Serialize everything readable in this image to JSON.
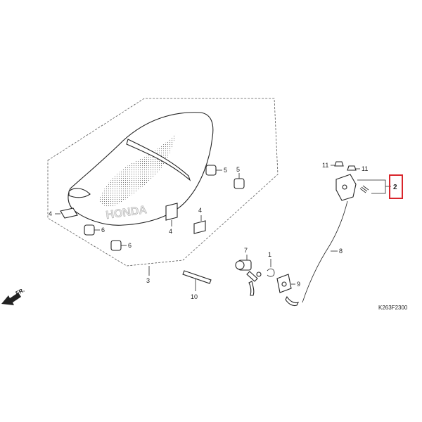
{
  "diagram": {
    "code": "K263F2300",
    "front_label": "FR.",
    "highlight_color": "#d9252b",
    "callouts": {
      "c1": "1",
      "c2": "2",
      "c3": "3",
      "c4a": "4",
      "c4b": "4",
      "c4c": "4",
      "c5a": "5",
      "c5b": "5",
      "c6a": "6",
      "c6b": "6",
      "c7": "7",
      "c8": "8",
      "c9": "9",
      "c10": "10",
      "c11a": "11",
      "c11b": "11"
    },
    "logo_text": "HONDA"
  }
}
